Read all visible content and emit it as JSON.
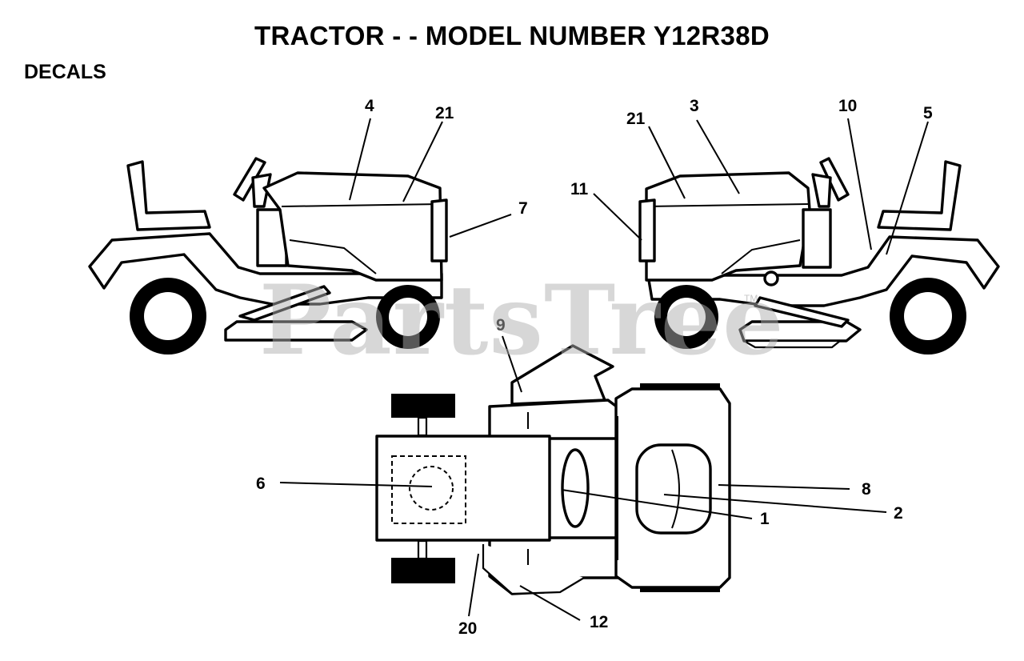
{
  "header": {
    "title": "TRACTOR - - MODEL NUMBER Y12R38D",
    "subtitle": "DECALS"
  },
  "watermark": {
    "text": "PartsTree",
    "mark": "TM"
  },
  "callouts": {
    "c4": "4",
    "c21_left": "21",
    "c7": "7",
    "c21_right": "21",
    "c3": "3",
    "c10": "10",
    "c5": "5",
    "c11": "11",
    "c9": "9",
    "c6": "6",
    "c8": "8",
    "c1": "1",
    "c2": "2",
    "c20": "20",
    "c12": "12"
  },
  "colors": {
    "ink": "#000000",
    "paper": "#ffffff",
    "watermark": "#b0b0b0"
  }
}
